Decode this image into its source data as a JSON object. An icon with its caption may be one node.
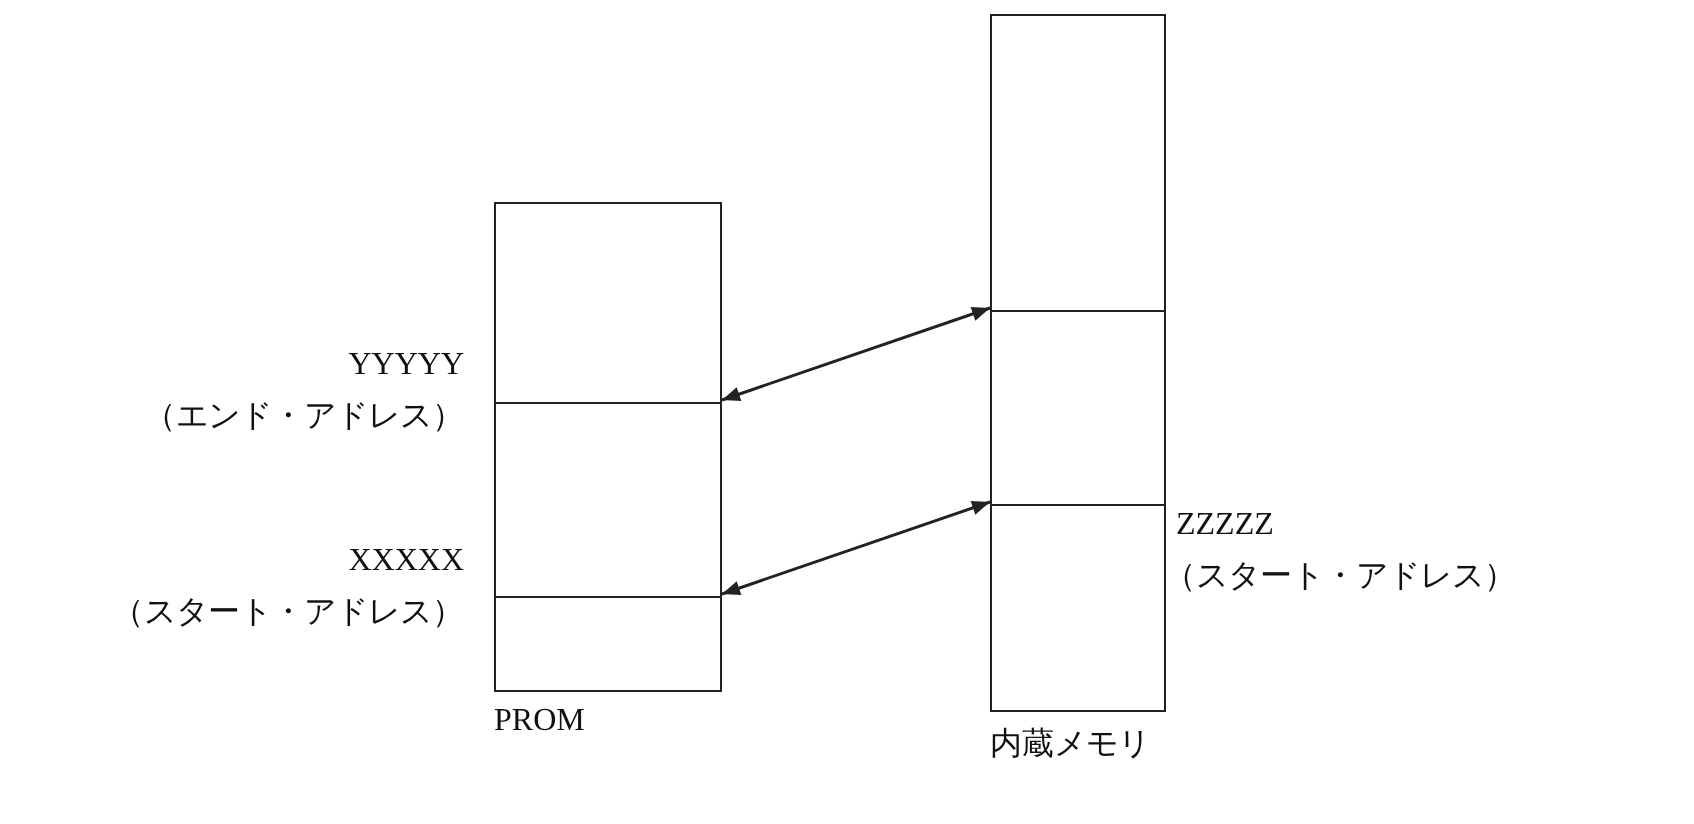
{
  "diagram": {
    "nodes": [
      {
        "text": [],
        "shape": "box",
        "beside": [
          "YYYYY",
          "（エンド・アドレス）",
          "XXXXX",
          "（スタート・アドレス）",
          "PROM"
        ]
      },
      {
        "text": [],
        "shape": "box",
        "beside": [
          "ZZZZZ",
          "（スタート・アドレス）",
          "内蔵メモリ"
        ]
      }
    ],
    "edges": [
      {
        "from": 1,
        "to": 0,
        "arrow": "both"
      },
      {
        "from": 1,
        "to": 0,
        "arrow": "both"
      }
    ]
  }
}
